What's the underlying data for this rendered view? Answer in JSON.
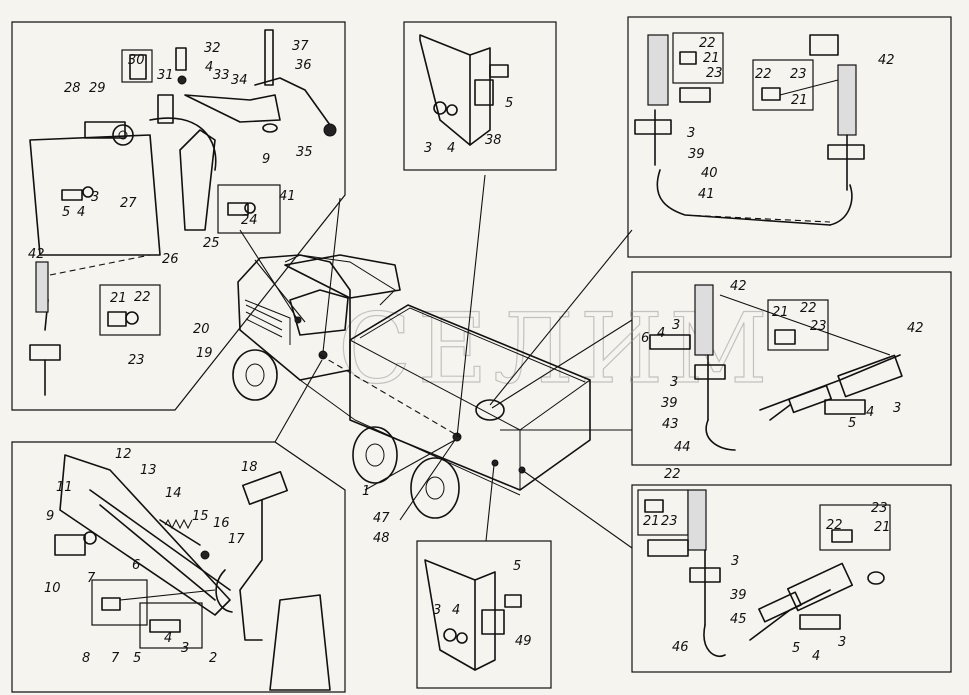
{
  "watermark": "СЕЛИМ",
  "panels": {
    "top_left": {
      "labels": [
        "30",
        "31",
        "32",
        "4",
        "33",
        "34",
        "37",
        "36",
        "28",
        "29",
        "27",
        "26",
        "25",
        "24",
        "41",
        "9",
        "35",
        "5",
        "4",
        "3",
        "42",
        "21",
        "22",
        "23"
      ]
    },
    "top_mid": {
      "labels": [
        "5",
        "3",
        "4",
        "38"
      ]
    },
    "top_right": {
      "labels": [
        "22",
        "21",
        "23",
        "22",
        "23",
        "21",
        "42",
        "3",
        "39",
        "40",
        "41"
      ]
    },
    "mid_right": {
      "labels": [
        "42",
        "21",
        "22",
        "23",
        "42",
        "6",
        "4",
        "3",
        "3",
        "39",
        "43",
        "44",
        "5",
        "4",
        "3"
      ]
    },
    "bottom_right": {
      "labels": [
        "22",
        "21",
        "23",
        "3",
        "39",
        "45",
        "46",
        "23",
        "22",
        "21",
        "5",
        "4",
        "3"
      ]
    },
    "bottom_left": {
      "labels": [
        "12",
        "13",
        "11",
        "9",
        "14",
        "18",
        "15",
        "16",
        "17",
        "10",
        "7",
        "6",
        "8",
        "7",
        "5",
        "4",
        "3",
        "2"
      ]
    },
    "bottom_mid": {
      "labels": [
        "5",
        "3",
        "4",
        "49"
      ]
    },
    "truck": {
      "labels": [
        "20",
        "19",
        "1",
        "47",
        "48"
      ]
    }
  }
}
